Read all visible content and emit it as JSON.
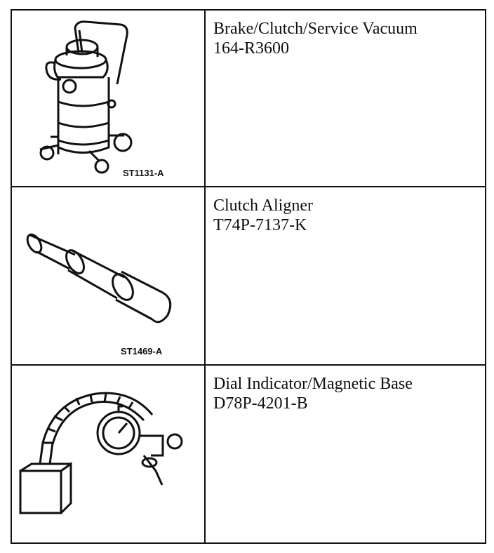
{
  "tools": [
    {
      "name": "Brake/Clutch/Service Vacuum",
      "part_number": "164-R3600",
      "figure_caption": "ST1131-A",
      "icon": "shop-vacuum-icon"
    },
    {
      "name": "Clutch Aligner",
      "part_number": "T74P-7137-K",
      "figure_caption": "ST1469-A",
      "icon": "clutch-aligner-icon"
    },
    {
      "name": "Dial Indicator/Magnetic Base",
      "part_number": "D78P-4201-B",
      "figure_caption": "",
      "icon": "dial-indicator-icon"
    }
  ],
  "colors": {
    "ink": "#111111",
    "background": "#ffffff"
  }
}
